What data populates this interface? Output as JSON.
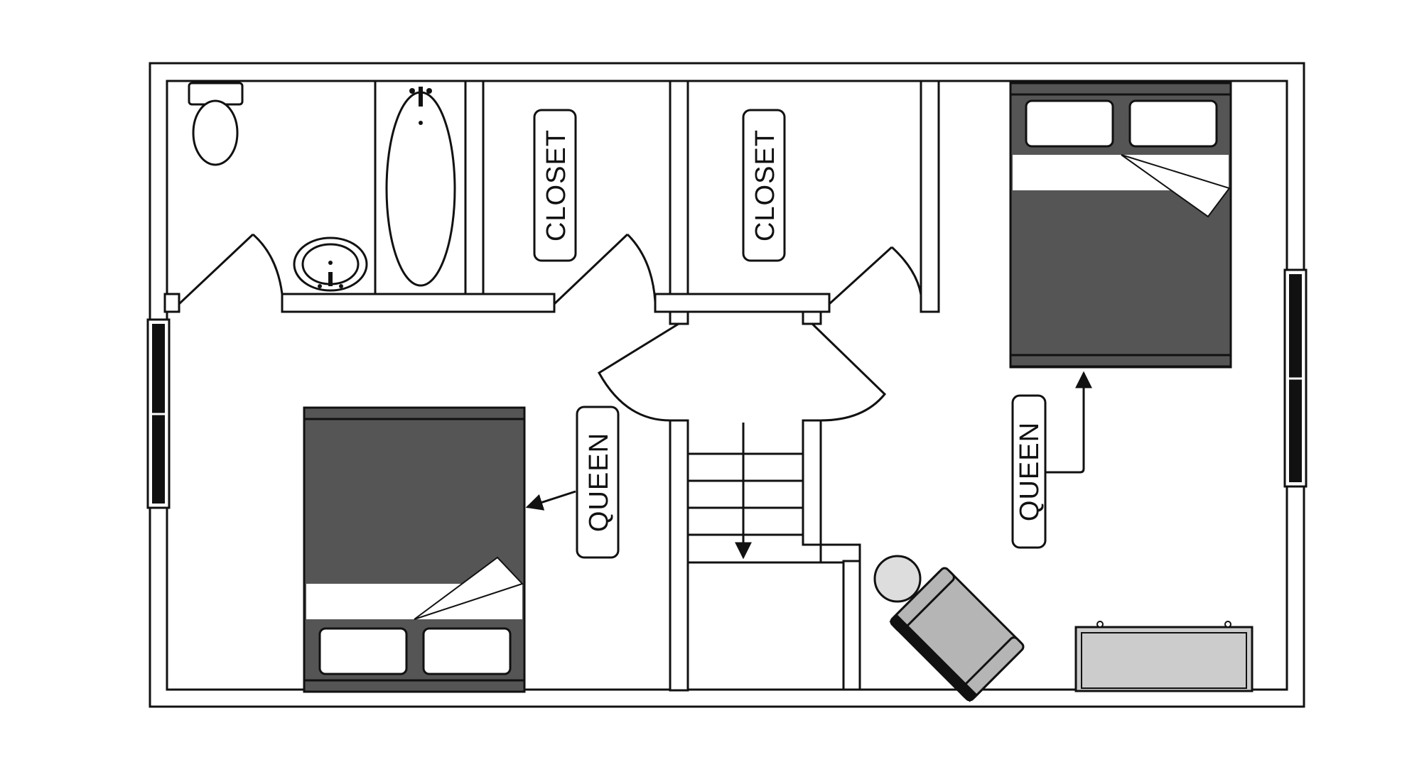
{
  "plan": {
    "labels": {
      "closet_left": "CLOSET",
      "closet_right": "CLOSET",
      "queen_left": "QUEEN",
      "queen_right": "QUEEN"
    },
    "colors": {
      "line": "#111111",
      "bed_frame": "#555555",
      "sheet": "#ffffff",
      "pillow": "#ffffff",
      "chair": "#b5b5b5",
      "side_table": "#dddddd",
      "dresser": "#cccccc",
      "background": "#ffffff"
    },
    "icons": [
      "toilet-icon",
      "sink-icon",
      "bathtub-icon",
      "bed-icon",
      "armchair-icon",
      "side-table-icon",
      "dresser-icon",
      "stairs-icon",
      "window-icon",
      "door-swing-icon",
      "arrow-icon"
    ]
  }
}
